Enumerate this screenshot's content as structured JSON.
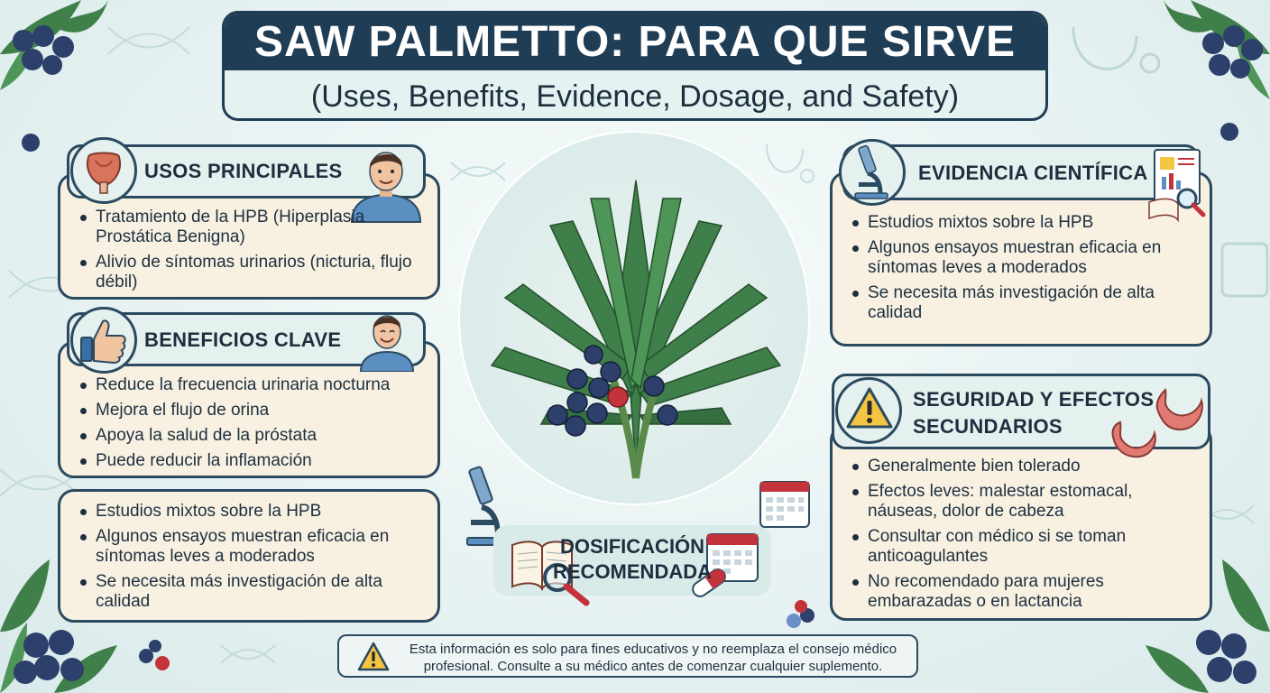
{
  "title": {
    "main": "SAW PALMETTO: PARA QUE SIRVE",
    "subtitle": "(Uses, Benefits, Evidence, Dosage, and Safety)"
  },
  "usos": {
    "heading": "USOS PRINCIPALES",
    "items": [
      "Tratamiento de la HPB (Hiperplasia Prostática Benigna)",
      "Alivio de síntomas urinarios (nicturia, flujo débil)"
    ]
  },
  "beneficios": {
    "heading": "BENEFICIOS CLAVE",
    "items": [
      "Reduce la frecuencia urinaria nocturna",
      "Mejora el flujo de orina",
      "Apoya la salud de la próstata",
      "Puede reducir la inflamación"
    ]
  },
  "left_extra": {
    "items": [
      "Estudios mixtos sobre la HPB",
      "Algunos ensayos muestran eficacia en síntomas leves a moderados",
      "Se necesita más investigación de alta calidad"
    ]
  },
  "evidencia": {
    "heading": "EVIDENCIA CIENTÍFICA",
    "items": [
      "Estudios mixtos sobre la HPB",
      "Algunos ensayos muestran eficacia en síntomas leves a moderados",
      "Se necesita más investigación de alta calidad"
    ]
  },
  "seguridad": {
    "heading_line1": "SEGURIDAD Y EFECTOS",
    "heading_line2": "SECUNDARIOS",
    "items": [
      "Generalmente bien tolerado",
      "Efectos leves: malestar estomacal, náuseas, dolor de cabeza",
      "Consultar con médico si se toman anticoagulantes",
      "No recomendado para mujeres embarazadas o en lactancia"
    ]
  },
  "dosificacion": {
    "line1": "DOSIFICACIÓN",
    "line2": "RECOMENDADA"
  },
  "disclaimer": "Esta información es solo para fines educativos y no reemplaza el consejo médico profesional. Consulte a su médico antes de comenzar cualquier suplemento.",
  "colors": {
    "navy": "#1f3d55",
    "card": "#f8f1e2",
    "mint": "#e5f1ee",
    "berry": "#2d3f6b",
    "leaf": "#3f7f4a",
    "warning": "#f4c542"
  }
}
